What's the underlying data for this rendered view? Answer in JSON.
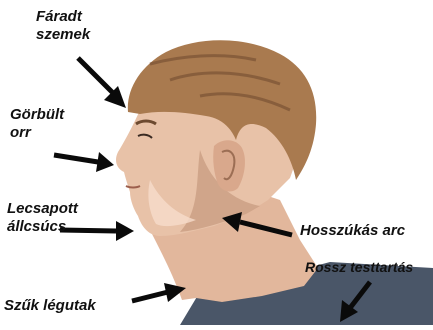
{
  "labels": {
    "tired_eyes": [
      "Fáradt",
      "szemek"
    ],
    "curved_nose": [
      "Görbült",
      "orr"
    ],
    "receding_chin": [
      "Lecsapott",
      "állcsúcs"
    ],
    "narrow_airways": [
      "Szűk légutak"
    ],
    "long_face": [
      "Hosszúkás arc"
    ],
    "bad_posture": [
      "Rossz testtartás"
    ]
  },
  "colors": {
    "hair": "#a97a4f",
    "hair_dark": "#7a5234",
    "skin": "#e8c2a8",
    "skin_shadow": "#c99e82",
    "skin_light": "#f6dccb",
    "shirt": "#4a5668",
    "arrow": "#0a0a0a",
    "text": "#111111"
  }
}
